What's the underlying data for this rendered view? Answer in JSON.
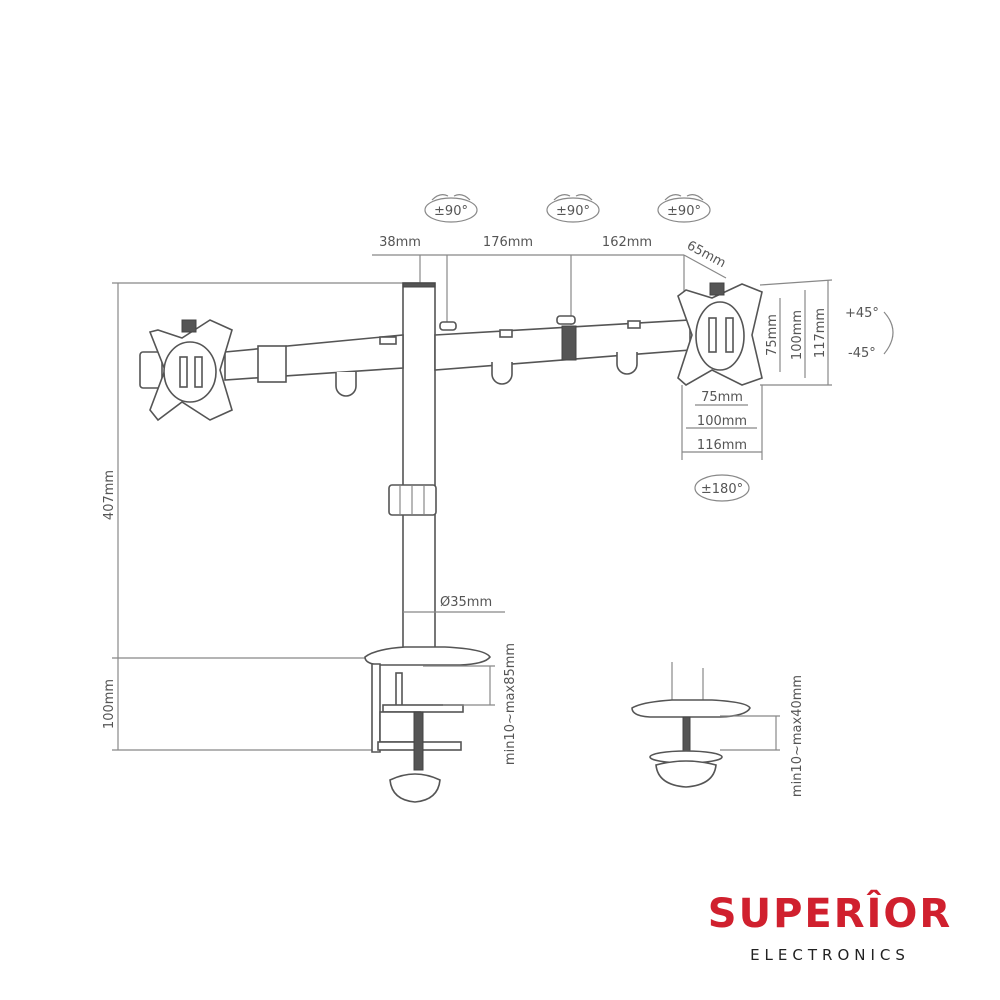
{
  "rotation_labels": {
    "joint_1": "±90°",
    "joint_2": "±90°",
    "joint_3": "±90°",
    "swivel": "±180°",
    "tilt_up": "+45°",
    "tilt_down": "-45°"
  },
  "dimensions": {
    "pole_offset": "38mm",
    "arm_segment_1": "176mm",
    "arm_segment_2": "162mm",
    "head_offset": "65mm",
    "total_height": "407mm",
    "pole_diameter": "Ø35mm",
    "clamp_height": "100mm",
    "clamp_range": "min10~max85mm",
    "grommet_range": "min10~max40mm",
    "vesa_h_small": "75mm",
    "vesa_h_large": "100mm",
    "plate_width": "116mm",
    "vesa_v_small": "75mm",
    "vesa_v_large": "100mm",
    "plate_height": "117mm"
  },
  "brand": {
    "name": "SUPERÎOR",
    "subtitle": "ELECTRONICS",
    "color": "#d0202e"
  }
}
